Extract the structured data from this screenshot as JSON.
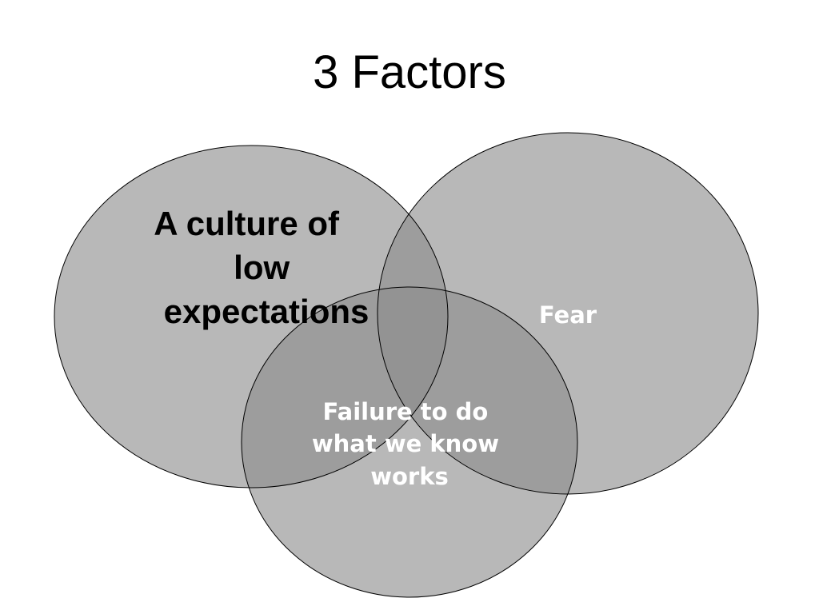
{
  "slide": {
    "title": "3 Factors"
  },
  "venn": {
    "circles": [
      {
        "name": "A culture of low expectations",
        "label_lines": [
          "A culture of",
          "low",
          "expectations"
        ],
        "text_color": "#000000"
      },
      {
        "name": "Fear",
        "label_lines": [
          "Fear"
        ],
        "text_color": "#ffffff"
      },
      {
        "name": "Failure to do what we know works",
        "label_lines": [
          "Failure to do",
          "what we know",
          "works"
        ],
        "text_color": "#ffffff"
      }
    ],
    "fill_color": "#8c8c8c",
    "stroke_color": "#000000"
  }
}
